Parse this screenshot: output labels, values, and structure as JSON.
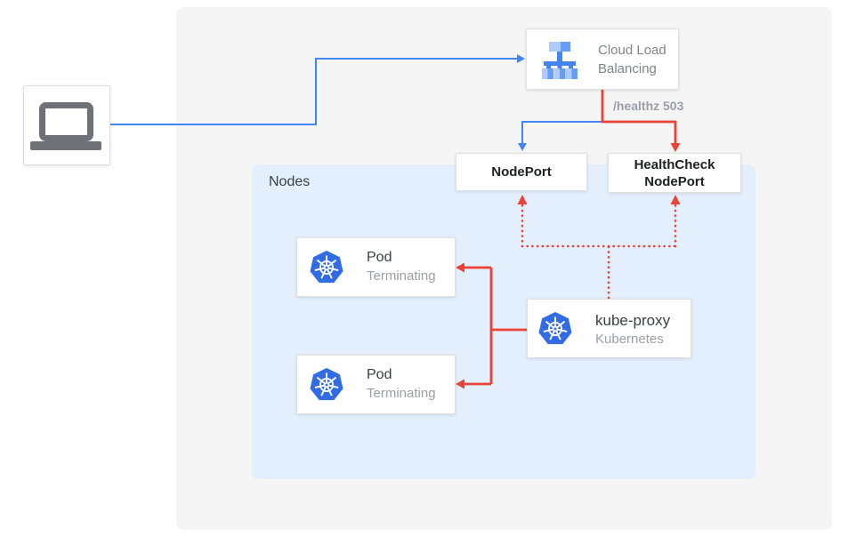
{
  "panels": {
    "nodes": {
      "label": "Nodes"
    }
  },
  "nodes": {
    "client": {
      "icon": "laptop-icon"
    },
    "cloud_load_balancing": {
      "icon": "cloud-load-balancing-icon",
      "label_line1": "Cloud Load",
      "label_line2": "Balancing"
    },
    "nodeport": {
      "label": "NodePort"
    },
    "healthcheck_nodeport": {
      "label_line1": "HealthCheck",
      "label_line2": "NodePort"
    },
    "pod_1": {
      "icon": "kubernetes-icon",
      "title": "Pod",
      "status": "Terminating"
    },
    "pod_2": {
      "icon": "kubernetes-icon",
      "title": "Pod",
      "status": "Terminating"
    },
    "kube_proxy": {
      "icon": "kubernetes-icon",
      "title": "kube-proxy",
      "subtitle": "Kubernetes"
    }
  },
  "labels": {
    "healthz": "/healthz 503"
  },
  "colors": {
    "arrow_blue": "#4285f4",
    "arrow_red": "#ea4335",
    "kubernetes_blue": "#326ce5",
    "cluster_panel_bg": "#f5f5f6",
    "nodes_panel_bg": "#e3effc",
    "muted_text": "#9aa0a6",
    "dark_text": "#3c4043"
  }
}
